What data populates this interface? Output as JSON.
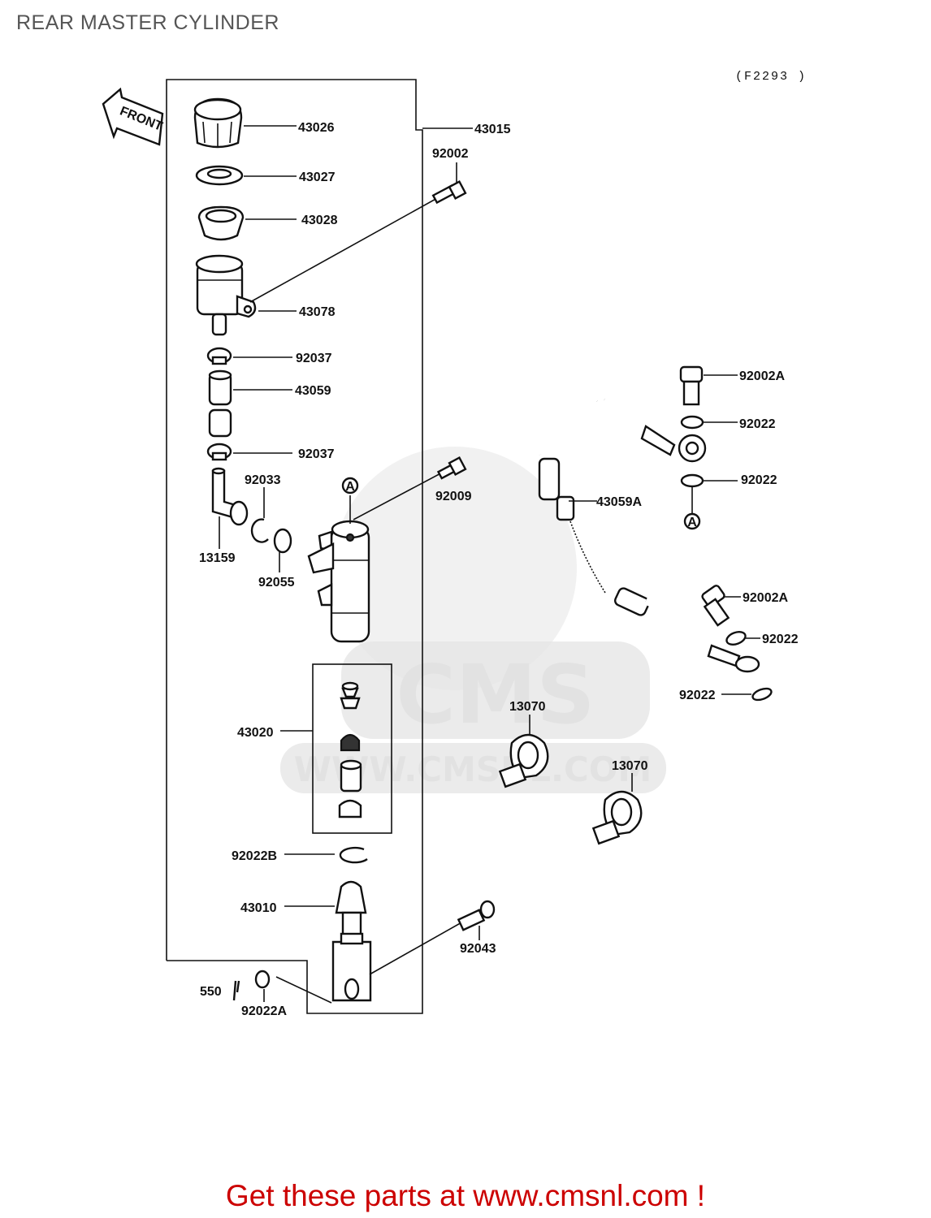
{
  "page": {
    "title": "REAR MASTER CYLINDER",
    "figure_code": "(F2293 )",
    "footer": "Get these parts at www.cmsnl.com !"
  },
  "diagram": {
    "front_arrow": "FRONT",
    "watermark": {
      "brand": "CMS",
      "url": "WWW.CMSNL.COM"
    },
    "ref_marker": "A",
    "labels": {
      "p43026": "43026",
      "p43015": "43015",
      "p92002": "92002",
      "p43027": "43027",
      "p43028": "43028",
      "p43078": "43078",
      "p92037a": "92037",
      "p43059": "43059",
      "p92037b": "92037",
      "p92033": "92033",
      "p92009": "92009",
      "p13159": "13159",
      "p92055": "92055",
      "p43020": "43020",
      "p92022B": "92022B",
      "p43010": "43010",
      "p92043": "92043",
      "p550": "550",
      "p92022A": "92022A",
      "p92002A_top": "92002A",
      "p92022_1": "92022",
      "p92022_2": "92022",
      "p43059A": "43059A",
      "p92002A_bot": "92002A",
      "p92022_3": "92022",
      "p92022_4": "92022",
      "p13070a": "13070",
      "p13070b": "13070"
    }
  }
}
